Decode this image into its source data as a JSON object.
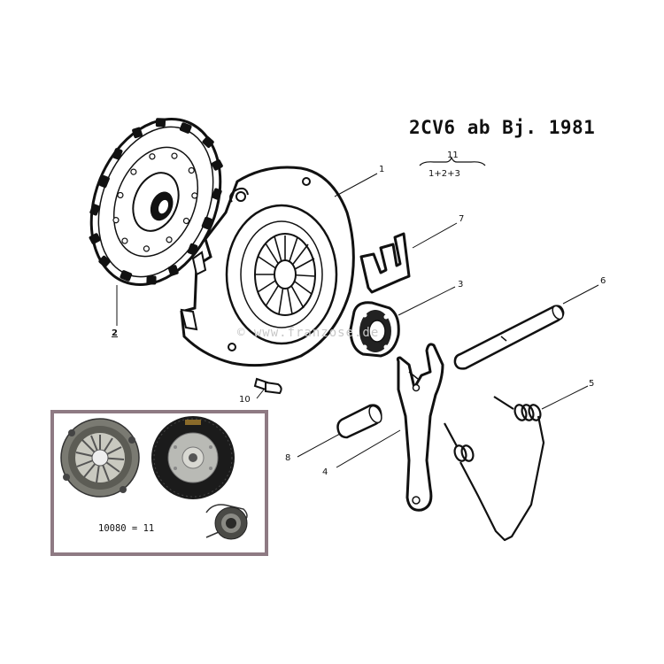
{
  "title": "2CV6 ab Bj. 1981",
  "group": {
    "number": "11",
    "members": "1+2+3"
  },
  "callouts": {
    "c1": "1",
    "c2": "2",
    "c3": "3",
    "c4": "4",
    "c5": "5",
    "c6": "6",
    "c7": "7",
    "c8": "8",
    "c10": "10"
  },
  "watermark": "© www.franzose.de",
  "inset": {
    "label": "10080 = 11"
  },
  "colors": {
    "inset_border": "#8e7a83",
    "line": "#111111",
    "watermark": "#c8c8c8"
  }
}
